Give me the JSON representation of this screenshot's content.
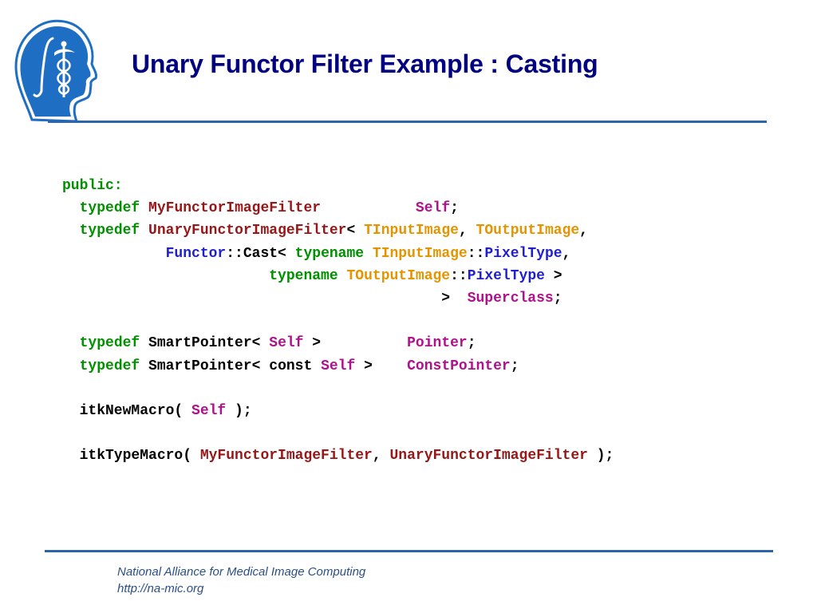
{
  "slide": {
    "title": "Unary Functor Filter Example : Casting"
  },
  "logo": {
    "icon": "head-silhouette-caduceus-icon",
    "color": "#1e6ec3"
  },
  "code": {
    "lines": [
      [
        [
          "kw",
          "public:"
        ]
      ],
      [
        [
          "t",
          "  "
        ],
        [
          "kw",
          "typedef"
        ],
        [
          "t",
          " "
        ],
        [
          "cls",
          "MyFunctorImageFilter"
        ],
        [
          "t",
          "           "
        ],
        [
          "self",
          "Self"
        ],
        [
          "t",
          ";"
        ]
      ],
      [
        [
          "t",
          "  "
        ],
        [
          "kw",
          "typedef"
        ],
        [
          "t",
          " "
        ],
        [
          "cls",
          "UnaryFunctorImageFilter"
        ],
        [
          "t",
          "< "
        ],
        [
          "tpl",
          "TInputImage"
        ],
        [
          "t",
          ", "
        ],
        [
          "tpl",
          "TOutputImage"
        ],
        [
          "t",
          ","
        ]
      ],
      [
        [
          "t",
          "            "
        ],
        [
          "ns",
          "Functor"
        ],
        [
          "t",
          "::Cast< "
        ],
        [
          "kw",
          "typename"
        ],
        [
          "t",
          " "
        ],
        [
          "tpl",
          "TInputImage"
        ],
        [
          "t",
          "::"
        ],
        [
          "ns",
          "PixelType"
        ],
        [
          "t",
          ","
        ]
      ],
      [
        [
          "t",
          "                        "
        ],
        [
          "kw",
          "typename"
        ],
        [
          "t",
          " "
        ],
        [
          "tpl",
          "TOutputImage"
        ],
        [
          "t",
          "::"
        ],
        [
          "ns",
          "PixelType"
        ],
        [
          "t",
          " >"
        ]
      ],
      [
        [
          "t",
          "                                            >  "
        ],
        [
          "self",
          "Superclass"
        ],
        [
          "t",
          ";"
        ]
      ],
      [
        [
          "t",
          ""
        ]
      ],
      [
        [
          "t",
          "  "
        ],
        [
          "kw",
          "typedef"
        ],
        [
          "t",
          " SmartPointer< "
        ],
        [
          "self",
          "Self"
        ],
        [
          "t",
          " >          "
        ],
        [
          "self",
          "Pointer"
        ],
        [
          "t",
          ";"
        ]
      ],
      [
        [
          "t",
          "  "
        ],
        [
          "kw",
          "typedef"
        ],
        [
          "t",
          " SmartPointer< const "
        ],
        [
          "self",
          "Self"
        ],
        [
          "t",
          " >    "
        ],
        [
          "self",
          "ConstPointer"
        ],
        [
          "t",
          ";"
        ]
      ],
      [
        [
          "t",
          ""
        ]
      ],
      [
        [
          "t",
          "  itkNewMacro( "
        ],
        [
          "self",
          "Self"
        ],
        [
          "t",
          " );"
        ]
      ],
      [
        [
          "t",
          ""
        ]
      ],
      [
        [
          "t",
          "  itkTypeMacro( "
        ],
        [
          "cls",
          "MyFunctorImageFilter"
        ],
        [
          "t",
          ", "
        ],
        [
          "cls",
          "UnaryFunctorImageFilter"
        ],
        [
          "t",
          " );"
        ]
      ]
    ]
  },
  "footer": {
    "org": "National Alliance for Medical Image Computing",
    "url": "http://na-mic.org"
  }
}
